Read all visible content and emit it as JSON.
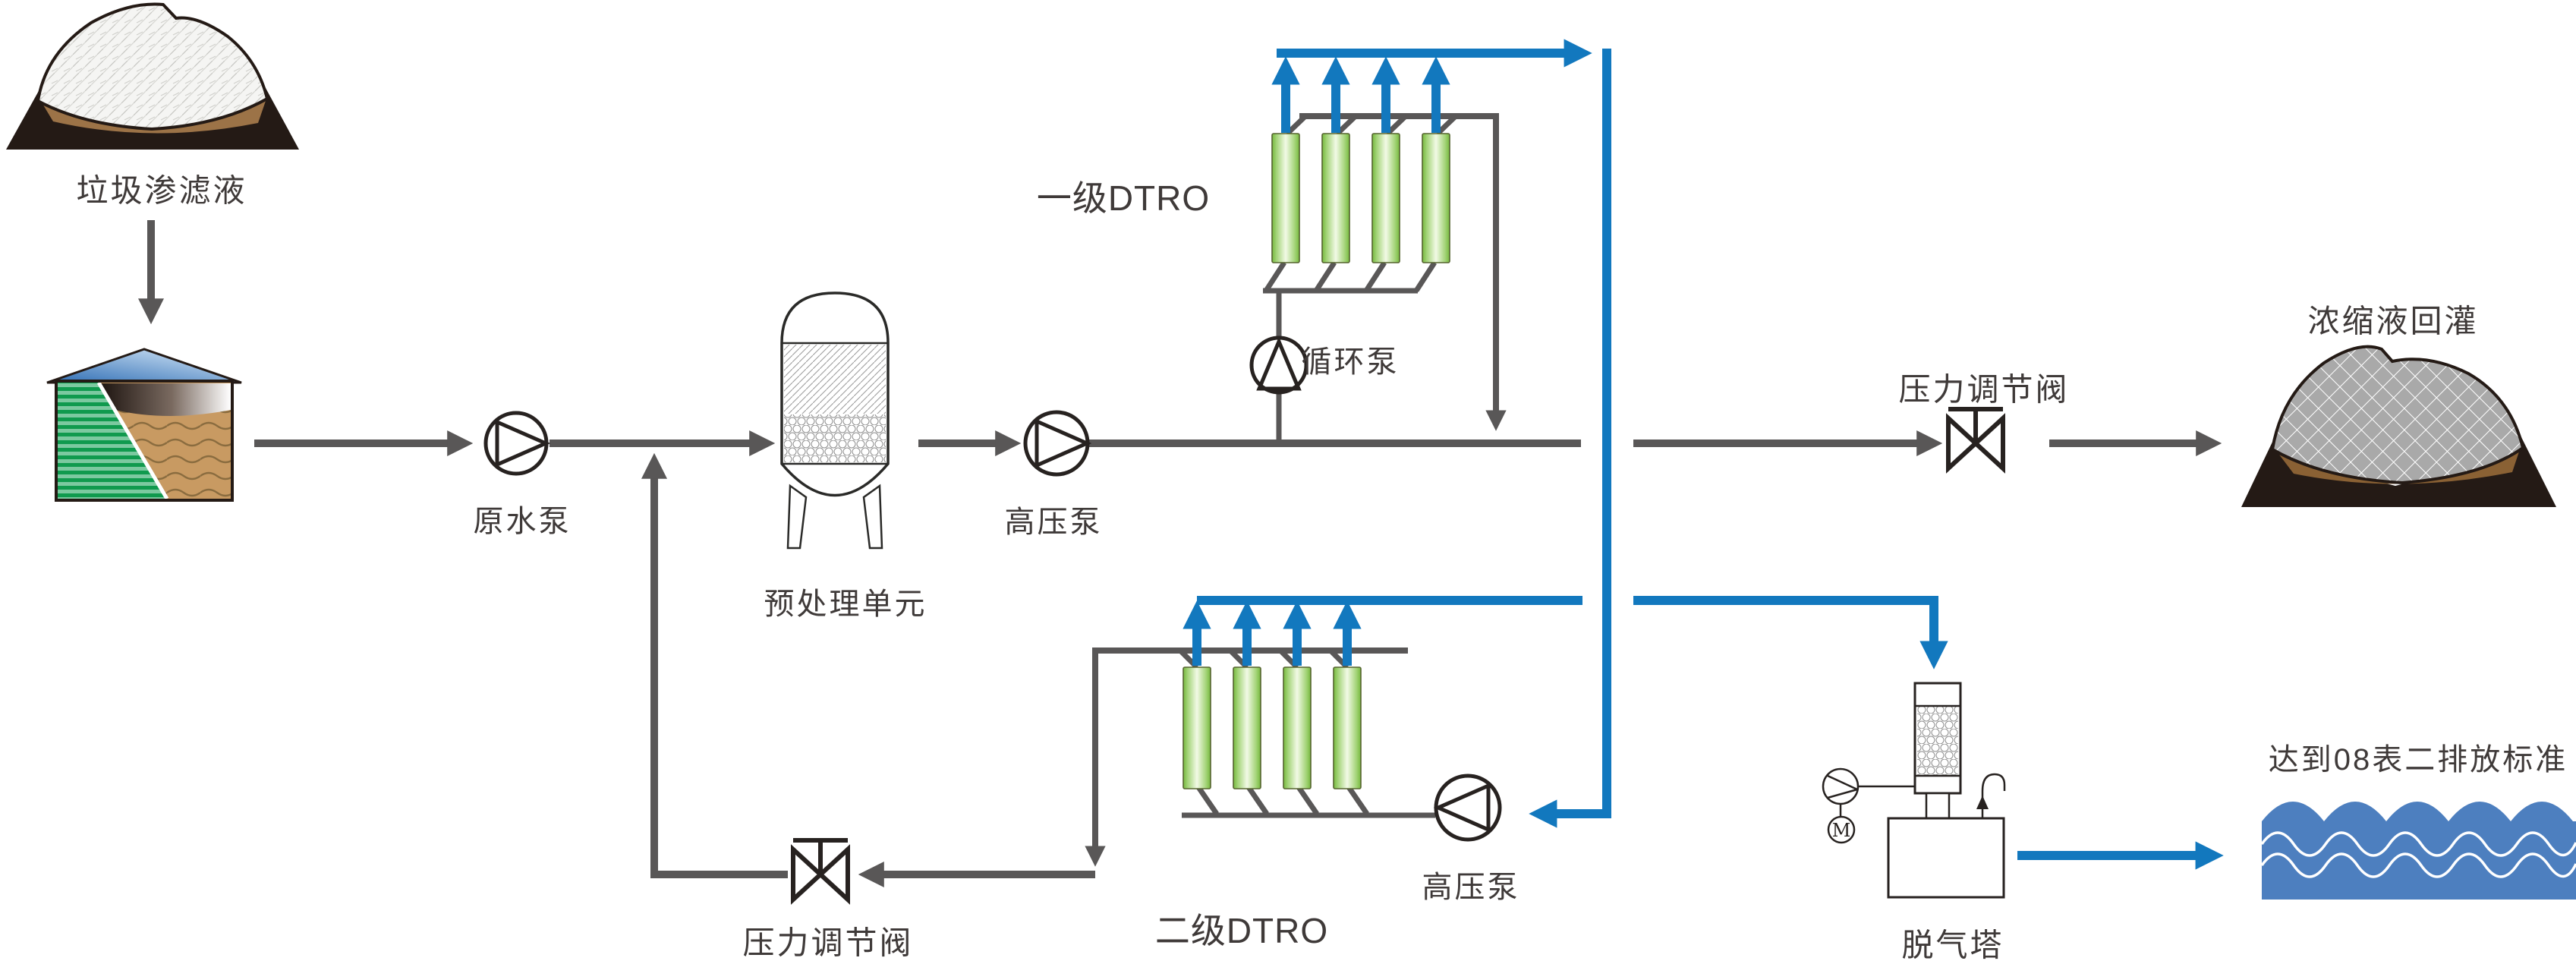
{
  "labels": {
    "source": "垃圾渗滤液",
    "raw_water_pump": "原水泵",
    "pretreatment_unit": "预处理单元",
    "hp_pump_stage1": "高压泵",
    "stage1_dtro": "一级DTRO",
    "circulation_pump": "循环泵",
    "pressure_valve_top": "压力调节阀",
    "concentrate_reinjection": "浓缩液回灌",
    "stage2_dtro": "二级DTRO",
    "hp_pump_stage2": "高压泵",
    "pressure_valve_bottom": "压力调节阀",
    "degassing_tower": "脱气塔",
    "motor": "M",
    "discharge_standard": "达到08表二排放标准"
  },
  "equipment": {
    "stage1_membrane_modules": 4,
    "stage2_membrane_modules": 4
  },
  "colors": {
    "pipe_gray": "#595757",
    "permeate_blue": "#1278be",
    "membrane_green": "#8dc351",
    "water_wave_blue": "#4d7fbf",
    "outline_dark": "#272220"
  }
}
